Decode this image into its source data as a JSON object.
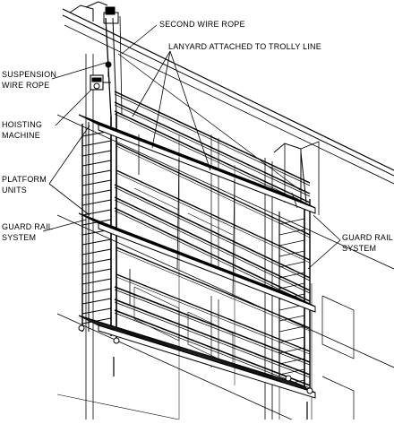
{
  "labels": {
    "second_wire_rope": "SECOND WIRE ROPE",
    "lanyard": "LANYARD ATTACHED TO TROLLY LINE",
    "suspension_1": "SUSPENSION",
    "suspension_2": "WIRE ROPE",
    "hoisting_1": "HOISTING",
    "hoisting_2": "MACHINE",
    "platform_1": "PLATFORM",
    "platform_2": "UNITS",
    "guard_left_1": "GUARD RAIL",
    "guard_left_2": "SYSTEM",
    "guard_right_1": "GUARD RAIL",
    "guard_right_2": "SYSTEM"
  }
}
